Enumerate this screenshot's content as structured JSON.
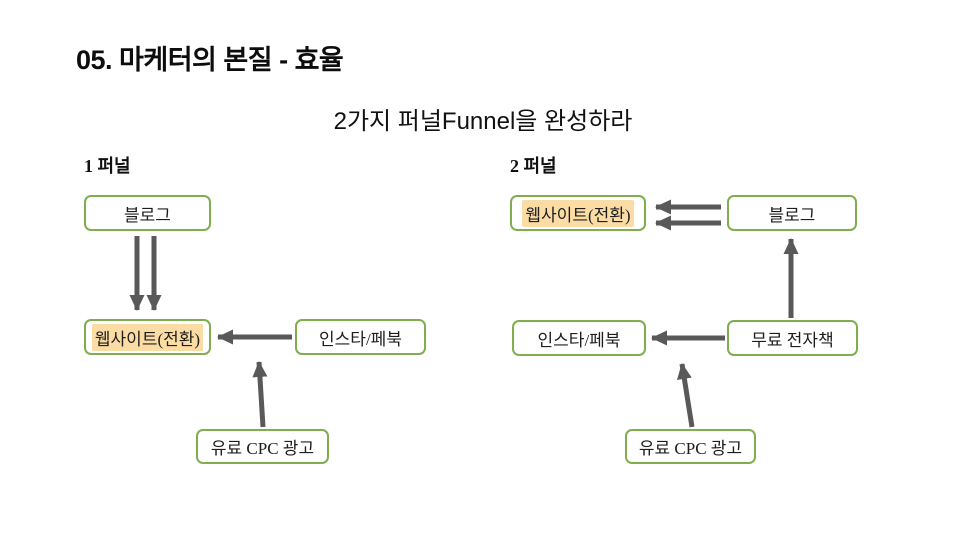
{
  "slide": {
    "title": "05. 마케터의 본질 - 효율",
    "subtitle": "2가지 퍼널Funnel을 완성하라"
  },
  "colors": {
    "box_border": "#7fae4f",
    "arrow": "#595959",
    "highlight": "#fbdca4",
    "text": "#1e1e1e",
    "background": "#ffffff"
  },
  "funnel1": {
    "label": "1 퍼널",
    "nodes": {
      "blog": "블로그",
      "website": "웹사이트(전환)",
      "insta": "인스타/페북",
      "cpc": "유료 CPC 광고"
    },
    "edges": [
      {
        "from": "blog",
        "to": "website",
        "style": "double-arrow"
      },
      {
        "from": "insta",
        "to": "website",
        "style": "single-arrow"
      },
      {
        "from": "cpc",
        "to": "insta",
        "style": "single-arrow"
      }
    ]
  },
  "funnel2": {
    "label": "2 퍼널",
    "nodes": {
      "website": "웹사이트(전환)",
      "blog": "블로그",
      "insta": "인스타/페북",
      "ebook": "무료 전자책",
      "cpc": "유료 CPC 광고"
    },
    "edges": [
      {
        "from": "blog",
        "to": "website",
        "style": "double-arrow"
      },
      {
        "from": "ebook",
        "to": "blog",
        "style": "single-arrow"
      },
      {
        "from": "ebook",
        "to": "insta",
        "style": "single-arrow"
      },
      {
        "from": "cpc",
        "to": "ebook",
        "style": "single-arrow"
      }
    ]
  }
}
